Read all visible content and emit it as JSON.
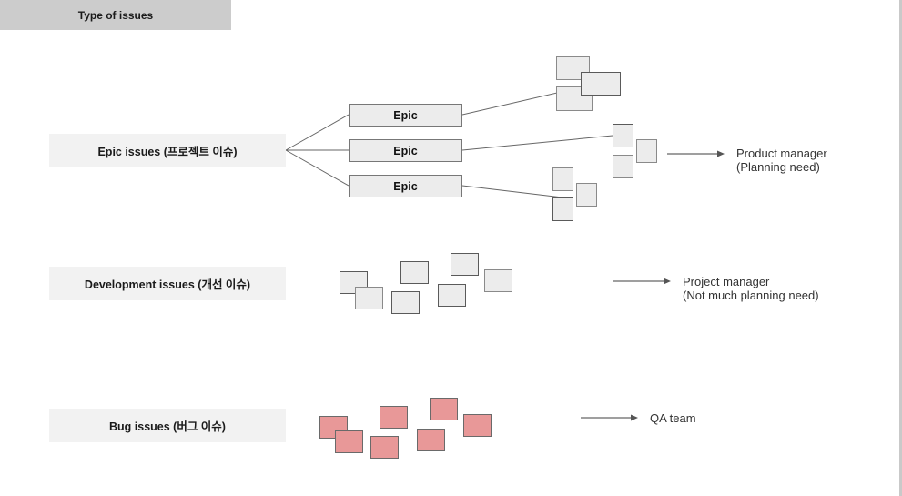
{
  "header": {
    "title": "Type of issues"
  },
  "categories": {
    "epic": {
      "label": "Epic issues (프로젝트 이슈)",
      "epics": [
        "Epic",
        "Epic",
        "Epic"
      ],
      "role_line1": "Product manager",
      "role_line2": "(Planning need)"
    },
    "development": {
      "label": "Development issues (개선 이슈)",
      "role_line1": "Project manager",
      "role_line2": "(Not much planning need)"
    },
    "bug": {
      "label": "Bug issues (버그 이슈)",
      "role_line1": "QA team"
    }
  },
  "colors": {
    "header_bg": "#cccccc",
    "category_bg": "#f2f2f2",
    "issue_box_fill": "#ececec",
    "bug_box_fill": "#e89898",
    "line": "#666666"
  }
}
